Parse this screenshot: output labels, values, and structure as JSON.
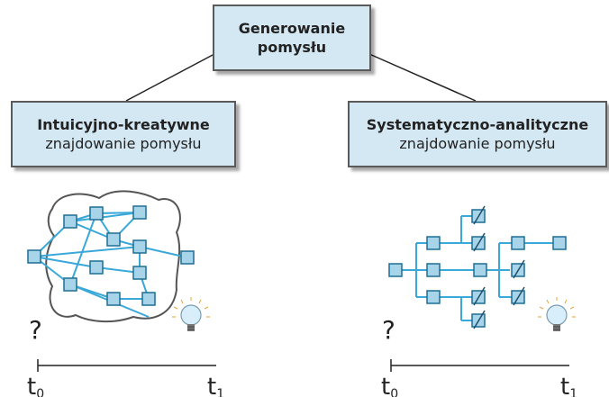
{
  "top": {
    "line1": "Generowanie",
    "line2": "pomysłu"
  },
  "left": {
    "line1": "Intuicyjno-kreatywne",
    "line2": "znajdowanie pomysłu"
  },
  "right": {
    "line1": "Systematyczno-analityczne",
    "line2": "znajdowanie pomysłu"
  },
  "question_mark": "?",
  "timeline": {
    "start_label": "t",
    "start_sub": "0",
    "end_label": "t",
    "end_sub": "1"
  },
  "colors": {
    "box_fill": "#d4e8f3",
    "node_fill": "#a8d4ea",
    "edge": "#3aa8d8",
    "border": "#5a5a5a"
  },
  "icons": [
    "lightbulb-icon"
  ]
}
